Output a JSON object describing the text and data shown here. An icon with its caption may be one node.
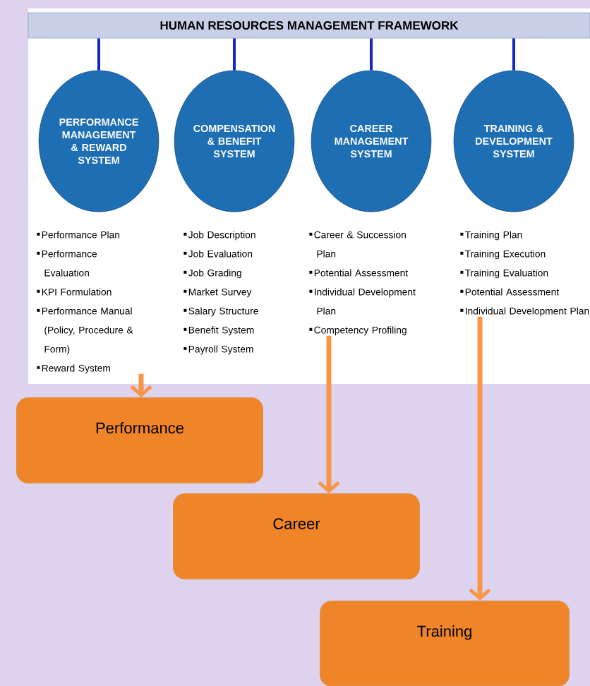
{
  "diagram": {
    "nodes": [
      {
        "text": [
          "HUMAN RESOURCES MANAGEMENT FRAMEWORK"
        ]
      },
      {
        "text": [
          "PERFORMANCE MANAGEMENT & REWARD SYSTEM"
        ]
      },
      {
        "text": [
          "COMPENSATION & BENEFIT SYSTEM"
        ]
      },
      {
        "text": [
          "CAREER MANAGEMENT SYSTEM"
        ]
      },
      {
        "text": [
          "TRAINING & DEVELOPMENT SYSTEM"
        ]
      },
      {
        "text": [
          "Performance Plan",
          "Performance Evaluation",
          "KPI Formulation",
          "Performance Manual (Policy, Procedure & Form)",
          "Reward System"
        ]
      },
      {
        "text": [
          "Job Description",
          "Job Evaluation",
          "Job Grading",
          "Market Survey",
          "Salary Structure",
          "Benefit System",
          "Payroll System"
        ]
      },
      {
        "text": [
          "Career & Succession Plan",
          "Potential Assessment",
          "Individual Development Plan",
          "Competency Profiling"
        ]
      },
      {
        "text": [
          "Training Plan",
          "Training Execution",
          "Training Evaluation",
          "Potential Assessment",
          "Individual Development Plan"
        ]
      },
      {
        "text": [
          "Performance"
        ]
      },
      {
        "text": [
          "Career"
        ]
      },
      {
        "text": [
          "Training"
        ]
      }
    ],
    "edges": [
      {
        "from": 0,
        "to": 1,
        "arrow": "none"
      },
      {
        "from": 0,
        "to": 2,
        "arrow": "none"
      },
      {
        "from": 0,
        "to": 3,
        "arrow": "none"
      },
      {
        "from": 0,
        "to": 4,
        "arrow": "none"
      },
      {
        "from": 5,
        "to": 9,
        "arrow": "to",
        "color": "#f79646"
      },
      {
        "from": 7,
        "to": 10,
        "arrow": "to",
        "color": "#f79646"
      },
      {
        "from": 8,
        "to": 11,
        "arrow": "to",
        "color": "#f79646"
      }
    ]
  }
}
